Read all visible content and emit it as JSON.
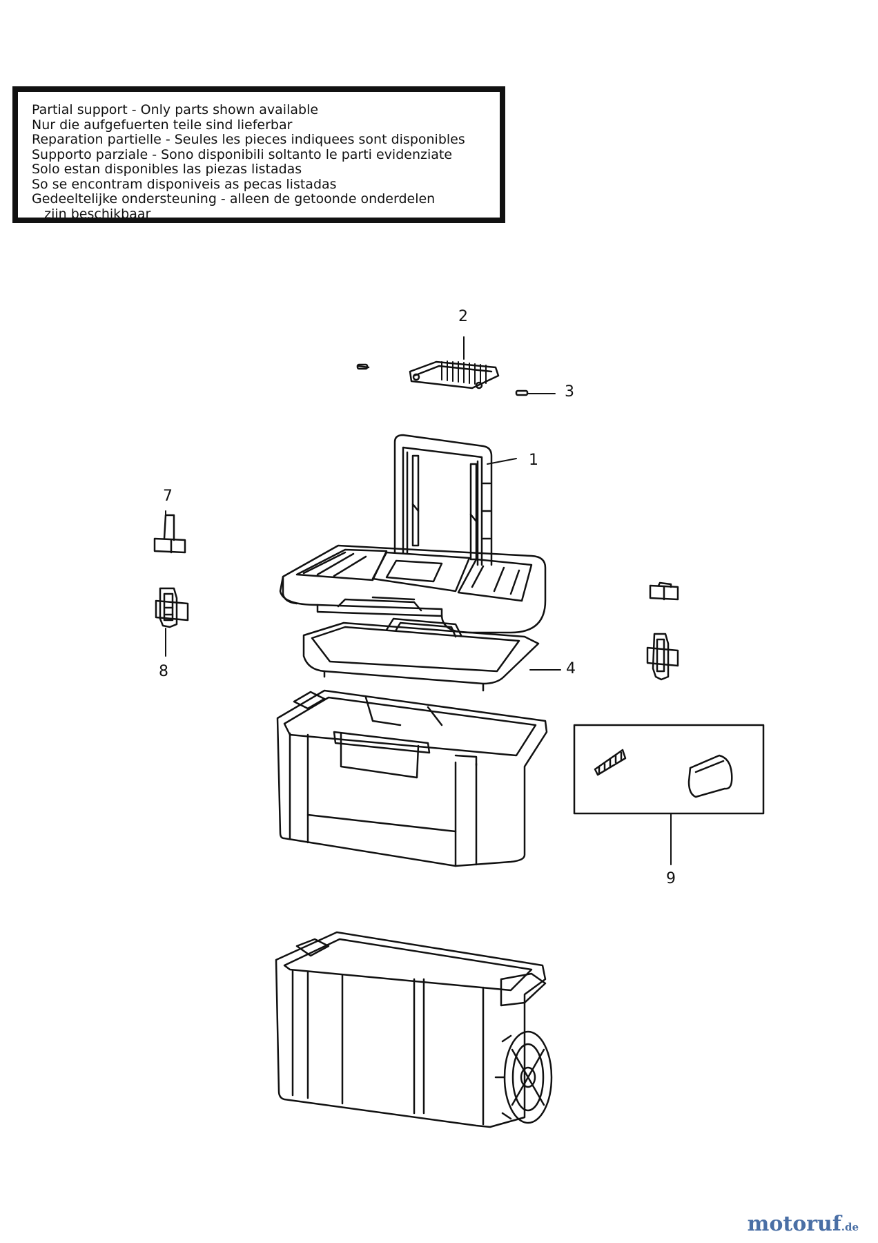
{
  "notice": {
    "lines": [
      "Partial support - Only parts shown available",
      "Nur die aufgefuerten teile sind lieferbar",
      "Reparation partielle - Seules les pieces indiquees sont disponibles",
      "Supporto parziale - Sono disponibili soltanto le parti evidenziate",
      "Solo estan disponibles las piezas listadas",
      "So se encontram disponiveis as pecas listadas",
      "Gedeeltelijke ondersteuning - alleen de getoonde onderdelen",
      "   zijn beschikbaar"
    ]
  },
  "callouts": {
    "c1": "1",
    "c2": "2",
    "c3": "3",
    "c4": "4",
    "c7": "7",
    "c8": "8",
    "c9": "9"
  },
  "watermark": {
    "brand": "motoruf",
    "suffix": ".de",
    "color": "#4a6fa5"
  }
}
